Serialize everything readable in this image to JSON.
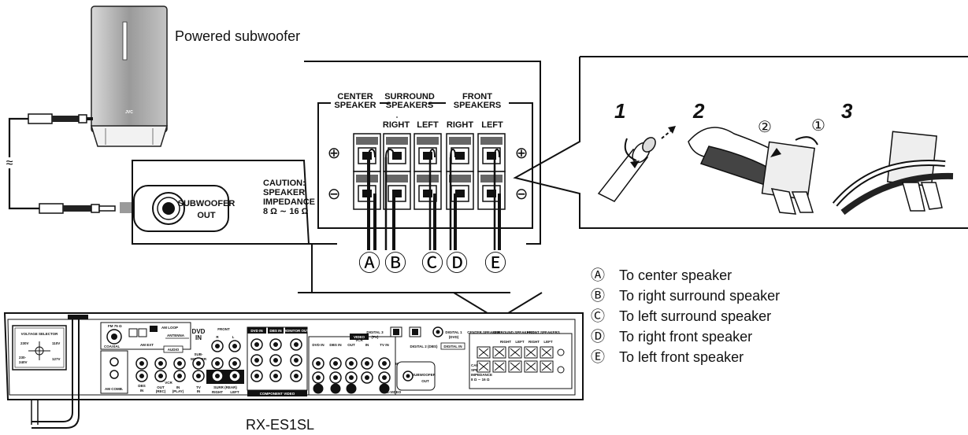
{
  "subwoofer": {
    "label": "Powered subwoofer",
    "brand": "JVC",
    "tilde": "≈"
  },
  "panel": {
    "subwoofer_out": [
      "SUBWOOFER",
      "OUT"
    ],
    "groups": {
      "center": [
        "CENTER",
        "SPEAKER"
      ],
      "surround": [
        "SURROUND",
        "SPEAKERS"
      ],
      "front": [
        "FRONT",
        "SPEAKERS"
      ]
    },
    "channels": [
      "RIGHT",
      "LEFT",
      "RIGHT",
      "LEFT"
    ],
    "caution": [
      "CAUTION:",
      "SPEAKER",
      "IMPEDANCE",
      "8 Ω ∼ 16 Ω"
    ],
    "plus": "⊕",
    "minus": "⊖",
    "wire_labels": [
      "Ⓐ",
      "Ⓑ",
      "Ⓒ",
      "Ⓓ",
      "Ⓔ"
    ]
  },
  "steps": [
    "1",
    "2",
    "3"
  ],
  "step_sub": [
    "②",
    "①"
  ],
  "legend": [
    {
      "mark": "Ⓐ",
      "text": "To center speaker"
    },
    {
      "mark": "Ⓑ",
      "text": "To right surround speaker"
    },
    {
      "mark": "Ⓒ",
      "text": "To left surround speaker"
    },
    {
      "mark": "Ⓓ",
      "text": "To right front speaker"
    },
    {
      "mark": "Ⓔ",
      "text": "To left front speaker"
    }
  ],
  "receiver": {
    "model": "RX-ES1SL",
    "voltage": [
      "VOLTAGE SELECTOR",
      "230V",
      "110V",
      "230-",
      "240V",
      "127V"
    ],
    "fm": "FM 75 Ω",
    "coaxial": "COAXIAL",
    "am_loop": "AM LOOP",
    "am_ext": "AM EXT",
    "antenna": "ANTENNA",
    "am_comb": "AM COMB.",
    "audio": "AUDIO",
    "dvd_in": [
      "DVD",
      "IN"
    ],
    "front": "FRONT",
    "front_rl": [
      "R",
      "L"
    ],
    "subwoofer": [
      "SUB-",
      "WOOFER"
    ],
    "dbs_in": [
      "DBS",
      "IN"
    ],
    "vcr": "VCR",
    "out_rec": [
      "OUT",
      "(REC)"
    ],
    "in_play": [
      "IN",
      "(PLAY)"
    ],
    "tv_in": [
      "TV",
      "IN"
    ],
    "surr": "SURR (REAR)",
    "surr_rl": [
      "RIGHT",
      "LEFT"
    ],
    "component": "COMPONENT VIDEO",
    "comp_heads": [
      "DVD IN",
      "DBS IN",
      "MONITOR OUT"
    ],
    "video": "VIDEO",
    "video_heads": [
      "DVD IN",
      "DBS IN",
      "OUT",
      "IN",
      "VCR",
      "TV IN"
    ],
    "monitor_out": "MONITOR OUT",
    "svideo": "S-VIDEO",
    "digital3": [
      "DIGITAL 3",
      "(TV)"
    ],
    "digital1": [
      "DIGITAL 1",
      "(DVD)"
    ],
    "digital2": "DIGITAL 2 (DBS)",
    "digital_in": "DIGITAL IN",
    "sub_out": [
      "SUBWOOFER",
      "OUT"
    ],
    "spk_groups": [
      "CENTER SPEAKER",
      "SURROUND SPEAKERS",
      "FRONT SPEAKERS"
    ],
    "spk_channels": [
      "RIGHT",
      "LEFT",
      "RIGHT",
      "LEFT"
    ],
    "caution": [
      "CAUTION:",
      "SPEAKER",
      "IMPEDANCE",
      "8 Ω ∼ 16 Ω"
    ]
  }
}
